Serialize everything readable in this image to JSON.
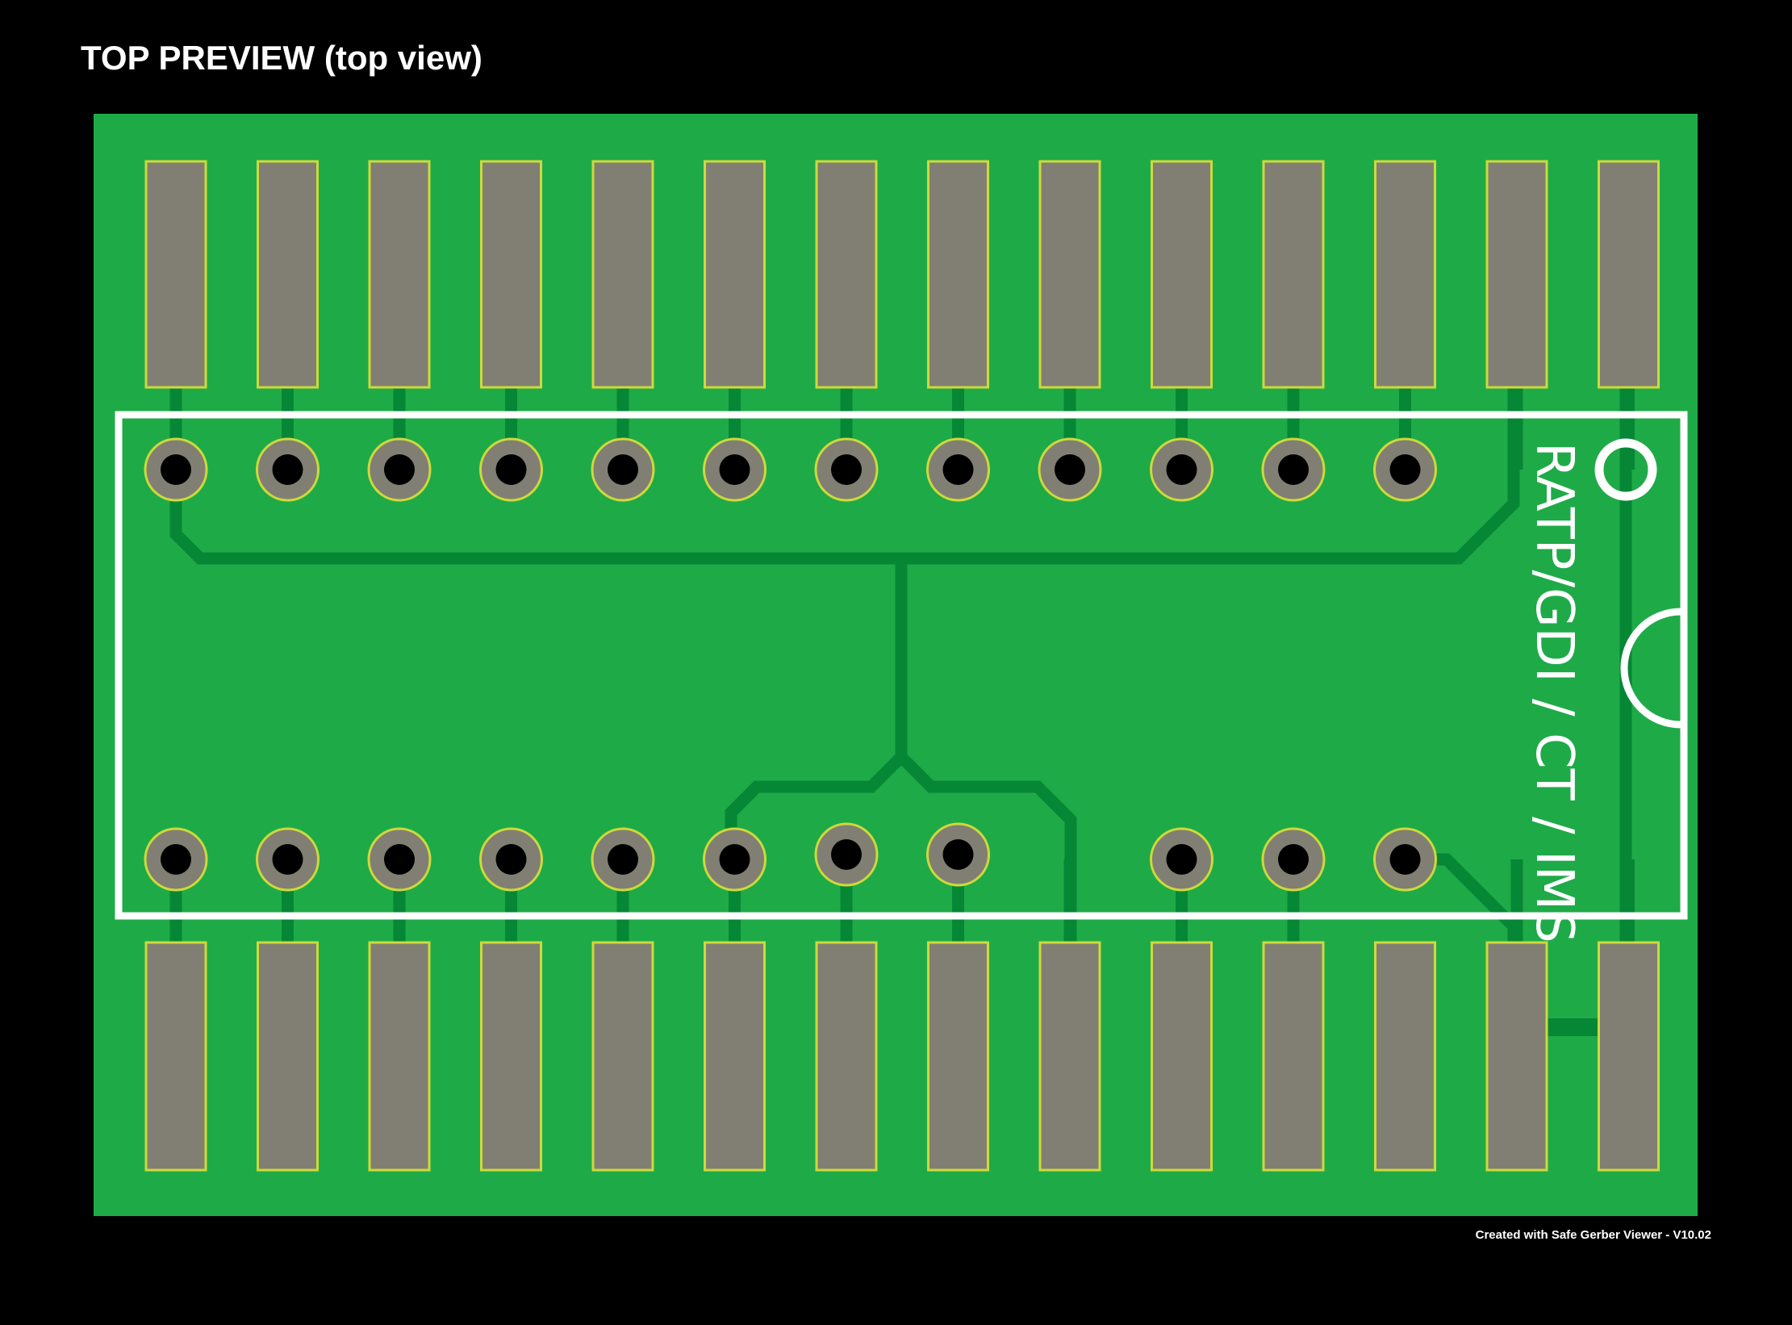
{
  "view": {
    "title": "TOP PREVIEW (top view)",
    "credit": "Created with Safe Gerber Viewer - V10.02"
  },
  "board": {
    "silkscreen_label": "RATP/GDI / CT / IMS",
    "top_edge_pad_count": 14,
    "bottom_edge_pad_count": 14,
    "top_row_hole_count": 12,
    "bottom_row_hole_count": 11
  },
  "colors": {
    "background": "#000000",
    "soldermask": "#1faa48",
    "copper_trace": "#068735",
    "pad": "#817f73",
    "pad_outline": "#cfd93a",
    "drill": "#000000",
    "silkscreen": "#ffffff"
  }
}
